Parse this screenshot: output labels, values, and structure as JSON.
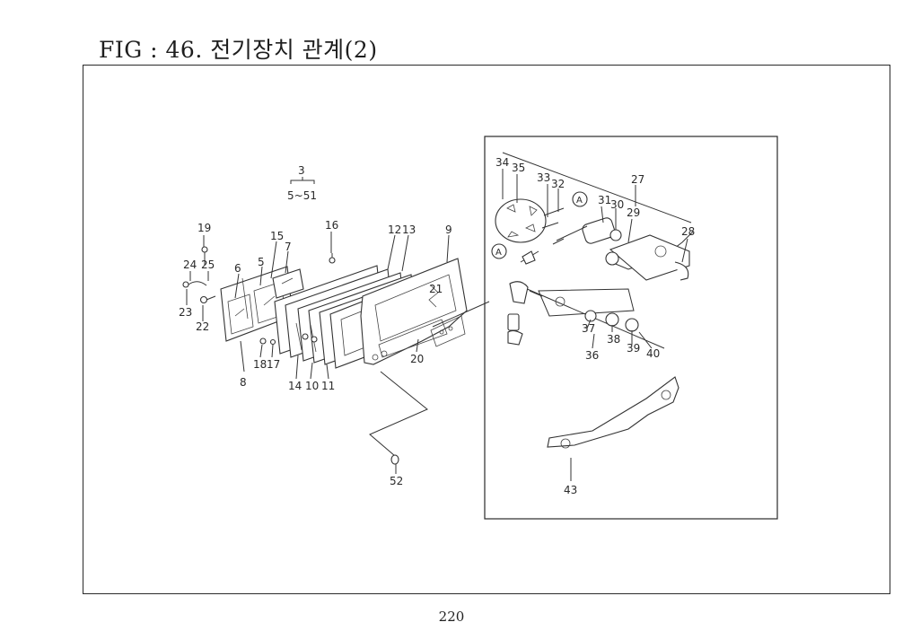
{
  "page": {
    "title": "FIG : 46. 전기장치 관계(2)",
    "page_number": "220"
  },
  "callouts": {
    "c3": "3",
    "c5_51": "5~51",
    "c19": "19",
    "c24": "24",
    "c25": "25",
    "c6": "6",
    "c5": "5",
    "c15": "15",
    "c7": "7",
    "c16": "16",
    "c12": "12",
    "c13": "13",
    "c9": "9",
    "c21": "21",
    "c23": "23",
    "c22": "22",
    "c8": "8",
    "c18": "18",
    "c17": "17",
    "c14": "14",
    "c10": "10",
    "c11": "11",
    "c20": "20",
    "c52": "52",
    "c34": "34",
    "c35": "35",
    "c33": "33",
    "c32": "32",
    "c27": "27",
    "c31": "31",
    "c30": "30",
    "c29": "29",
    "c28": "28",
    "cA1": "A",
    "cA2": "A",
    "c37": "37",
    "c38": "38",
    "c39": "39",
    "c40": "40",
    "c36": "36",
    "c43": "43"
  }
}
